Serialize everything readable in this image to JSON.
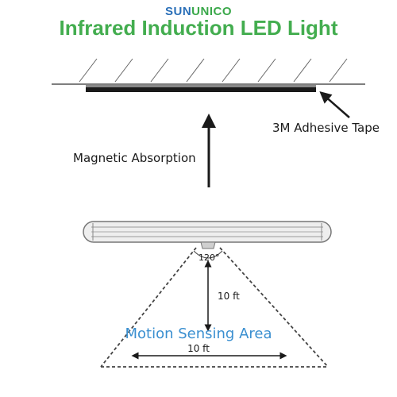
{
  "header": {
    "brand_prefix": "SUN",
    "brand_suffix": "UNICO",
    "title": "Infrared Induction LED Light"
  },
  "labels": {
    "adhesive_tape": "3M Adhesive Tape",
    "magnetic_absorption": "Magnetic Absorption",
    "angle": "120°",
    "height": "10 ft",
    "sensing_area": "Motion Sensing Area",
    "width": "10 ft"
  },
  "colors": {
    "brand_prefix": "#2a6fb8",
    "brand_suffix": "#3aa84a",
    "title": "#43ad4f",
    "sensing_area": "#3a8fd0",
    "line": "#1a1a1a"
  }
}
